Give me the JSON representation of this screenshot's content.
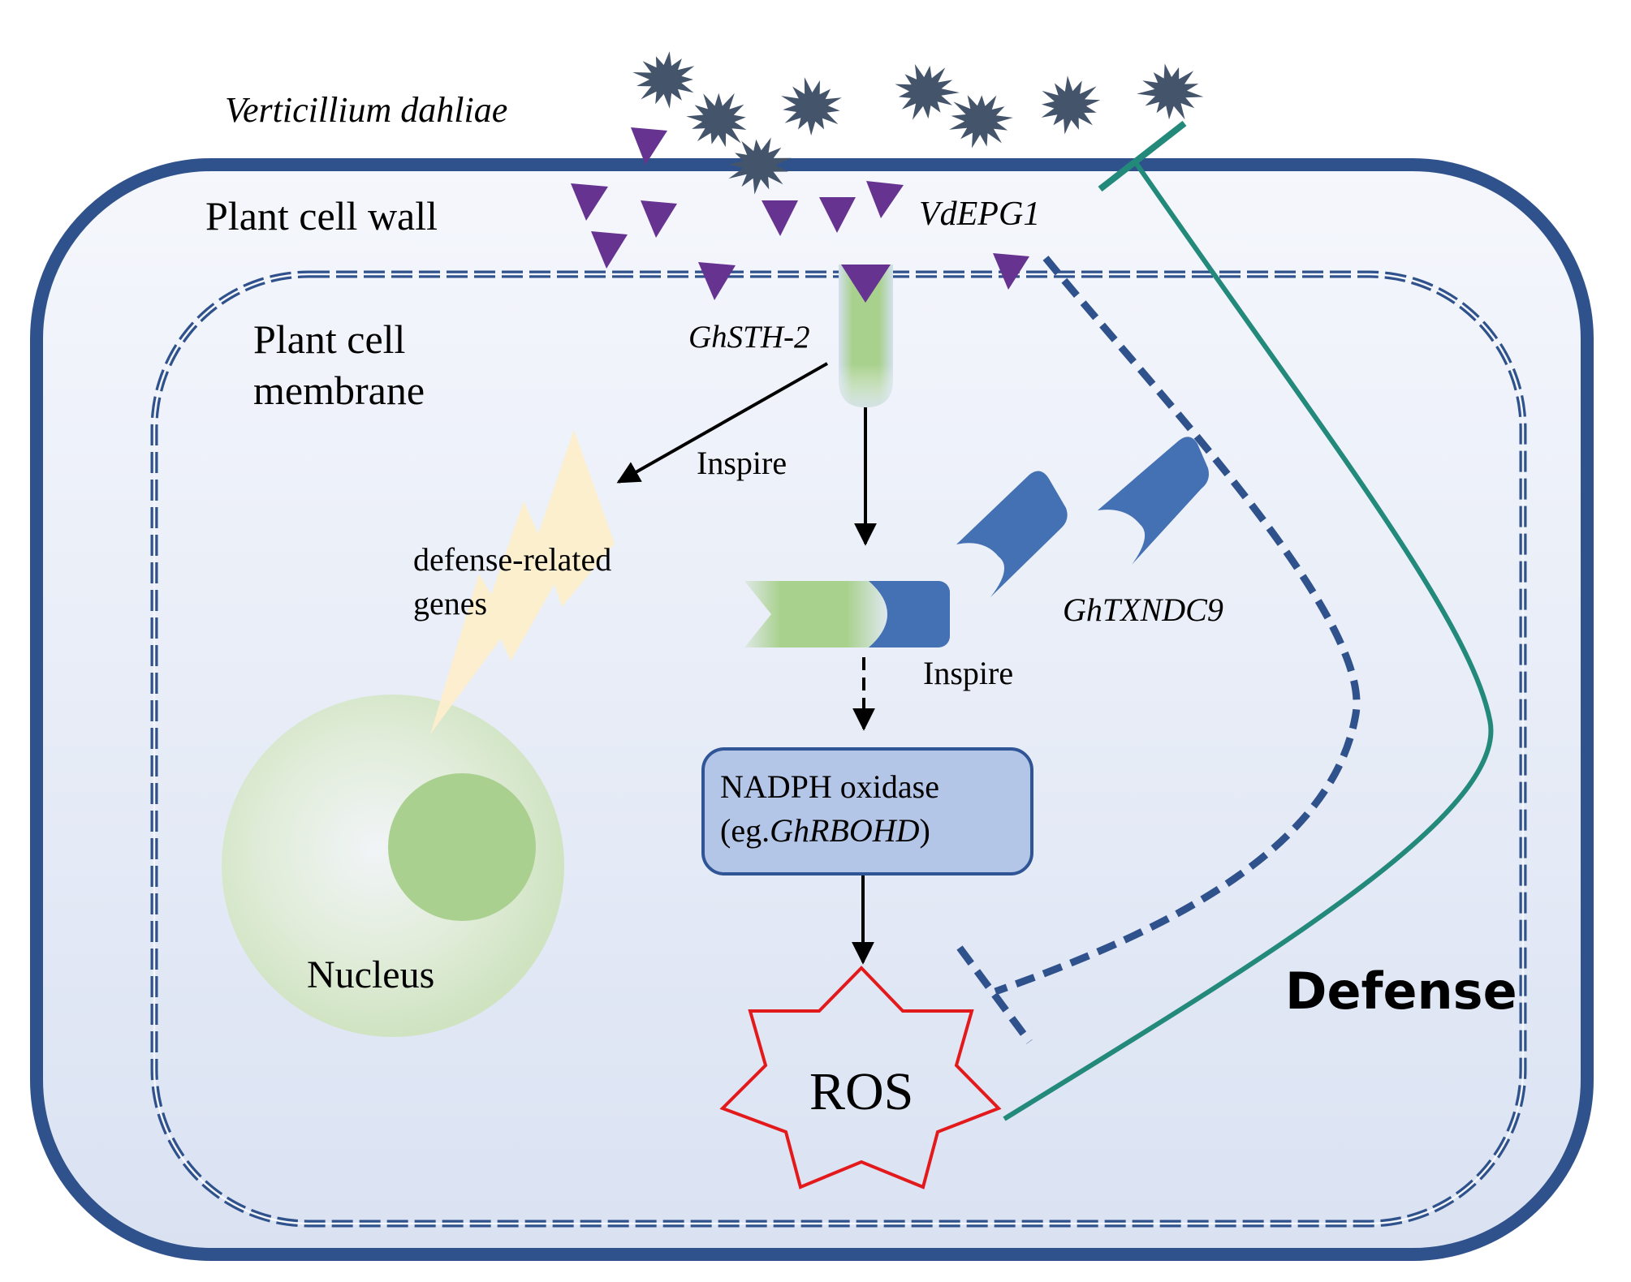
{
  "title": "Model of VdEPG1 / GhSTH-2 / GhTXNDC9 signaling in plant defense",
  "labels": {
    "pathogen": "Verticillium dahliae",
    "cell_wall": "Plant cell wall",
    "cell_membrane_line1": "Plant cell",
    "cell_membrane_line2": "membrane",
    "effector": "VdEPG1",
    "receptor": "GhSTH-2",
    "inspire_1": "Inspire",
    "defense_genes_line1": "defense-related",
    "defense_genes_line2": "genes",
    "nucleus": "Nucleus",
    "interactor": "GhTXNDC9",
    "inspire_2": "Inspire",
    "nadph_line1": "NADPH oxidase",
    "nadph_line2_prefix": "(eg.",
    "nadph_line2_gene": "GhRBOHD",
    "nadph_line2_suffix": ")",
    "ros": "ROS",
    "defense": "Defense"
  },
  "relations": [
    {
      "from": "GhSTH-2",
      "to": "defense-related genes",
      "type": "activation",
      "label": "Inspire"
    },
    {
      "from": "GhSTH-2",
      "to": "GhSTH-2/GhTXNDC9 complex",
      "type": "activation"
    },
    {
      "from": "GhSTH-2/GhTXNDC9 complex",
      "to": "NADPH oxidase",
      "type": "putative activation",
      "label": "Inspire"
    },
    {
      "from": "NADPH oxidase",
      "to": "ROS",
      "type": "activation"
    },
    {
      "from": "VdEPG1",
      "to": "ROS",
      "type": "putative inhibition"
    },
    {
      "from": "ROS",
      "to": "Verticillium dahliae",
      "type": "inhibition",
      "label": "Defense"
    }
  ],
  "colors": {
    "cell_wall": "#30528c",
    "membrane": "#30528c",
    "fungus": "#44546a",
    "effector": "#663391",
    "receptor_green": "#a9d18e",
    "txndc9_blue": "#4470b4",
    "nadph_fill": "#b4c6e7",
    "nadph_stroke": "#2f5597",
    "ros_stroke": "#e31a1c",
    "inhibition_teal": "#23897a",
    "bolt": "#fdeecb",
    "nucleolus": "#a9d08e"
  }
}
